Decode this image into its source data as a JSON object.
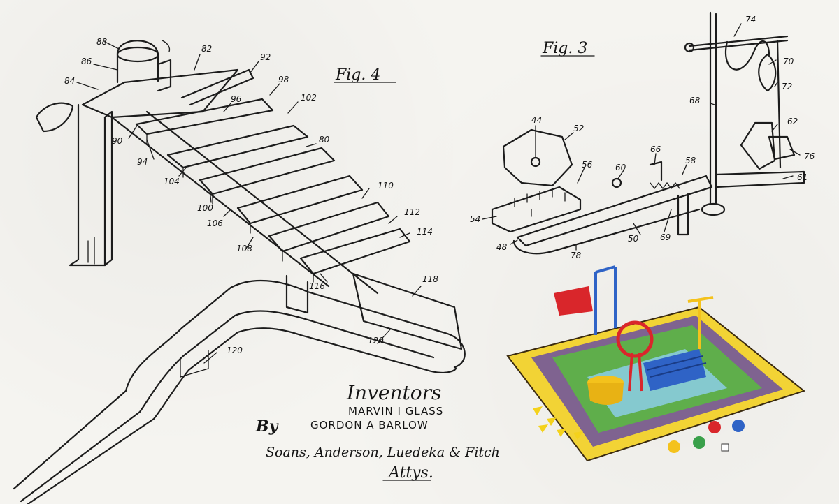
{
  "fig4": {
    "title": "Fig. 4",
    "refs": [
      "88",
      "86",
      "84",
      "82",
      "92",
      "98",
      "96",
      "102",
      "80",
      "90",
      "94",
      "104",
      "100",
      "106",
      "110",
      "108",
      "112",
      "114",
      "116",
      "118",
      "120",
      "120"
    ]
  },
  "fig3": {
    "title": "Fig. 3",
    "refs": [
      "74",
      "70",
      "72",
      "68",
      "62",
      "76",
      "44",
      "52",
      "66",
      "58",
      "61",
      "60",
      "56",
      "54",
      "69",
      "50",
      "48",
      "78"
    ]
  },
  "inventor": {
    "heading": "Inventors",
    "names": [
      "MARVIN I GLASS",
      "GORDON A BARLOW"
    ],
    "by": "By",
    "attorneys": "Soans, Anderson, Luedeka & Fitch",
    "attys": "Attys."
  },
  "colors": {
    "ink": "#1c1c1c",
    "paper": "#f5f4f0",
    "board_yellow": "#f2d335",
    "board_purple": "#6b4fa0",
    "board_green": "#5fae4b",
    "toy_red": "#d9262b",
    "toy_blue": "#2f63c6",
    "toy_yellow": "#f4c21c"
  }
}
